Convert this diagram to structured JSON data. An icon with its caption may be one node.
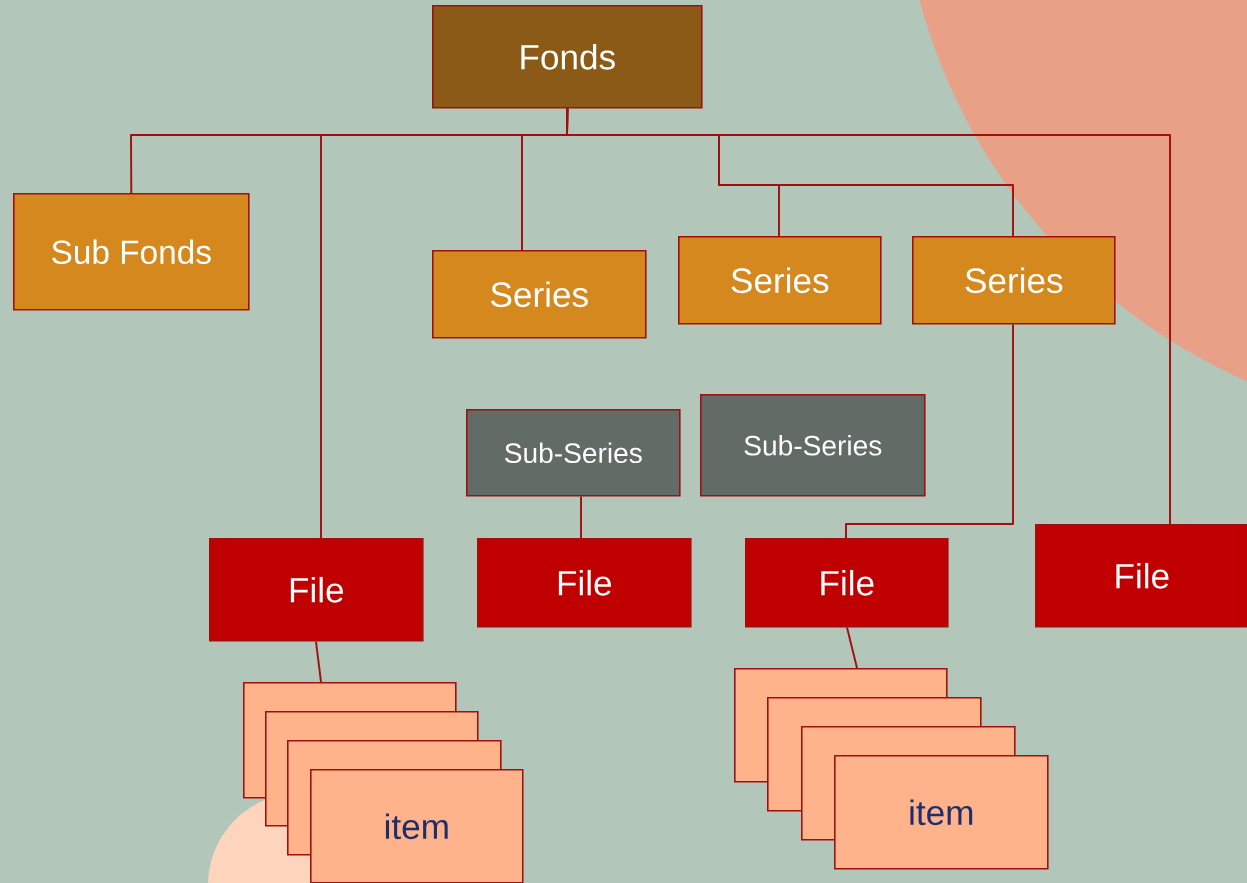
{
  "diagram": {
    "nodes": [
      {
        "text": [
          "Fonds"
        ]
      },
      {
        "text": [
          "Sub Fonds"
        ]
      },
      {
        "text": [
          "Series"
        ]
      },
      {
        "text": [
          "Series"
        ]
      },
      {
        "text": [
          "Series"
        ]
      },
      {
        "text": [
          "Sub-Series"
        ]
      },
      {
        "text": [
          "Sub-Series"
        ]
      },
      {
        "text": [
          "File"
        ]
      },
      {
        "text": [
          "File"
        ]
      },
      {
        "text": [
          "File"
        ]
      },
      {
        "text": [
          "File"
        ]
      },
      {
        "text": [],
        "shape": "box"
      },
      {
        "text": [],
        "shape": "box"
      },
      {
        "text": [],
        "shape": "box"
      },
      {
        "text": [
          "item"
        ]
      },
      {
        "text": [],
        "shape": "box"
      },
      {
        "text": [],
        "shape": "box"
      },
      {
        "text": [],
        "shape": "box"
      },
      {
        "text": [
          "item"
        ]
      }
    ],
    "edges": [
      {
        "from": 0,
        "to": 1,
        "arrow": "none"
      },
      {
        "from": 0,
        "to": 7,
        "arrow": "none"
      },
      {
        "from": 0,
        "to": 2,
        "arrow": "none"
      },
      {
        "from": 0,
        "to": 3,
        "arrow": "none"
      },
      {
        "from": 0,
        "to": 4,
        "arrow": "none"
      },
      {
        "from": 0,
        "to": 10,
        "arrow": "none"
      },
      {
        "from": 4,
        "to": 9,
        "arrow": "none"
      },
      {
        "from": 5,
        "to": 8,
        "arrow": "none"
      },
      {
        "from": 7,
        "to": 11,
        "arrow": "none"
      },
      {
        "from": 9,
        "to": 15,
        "arrow": "none"
      }
    ]
  }
}
